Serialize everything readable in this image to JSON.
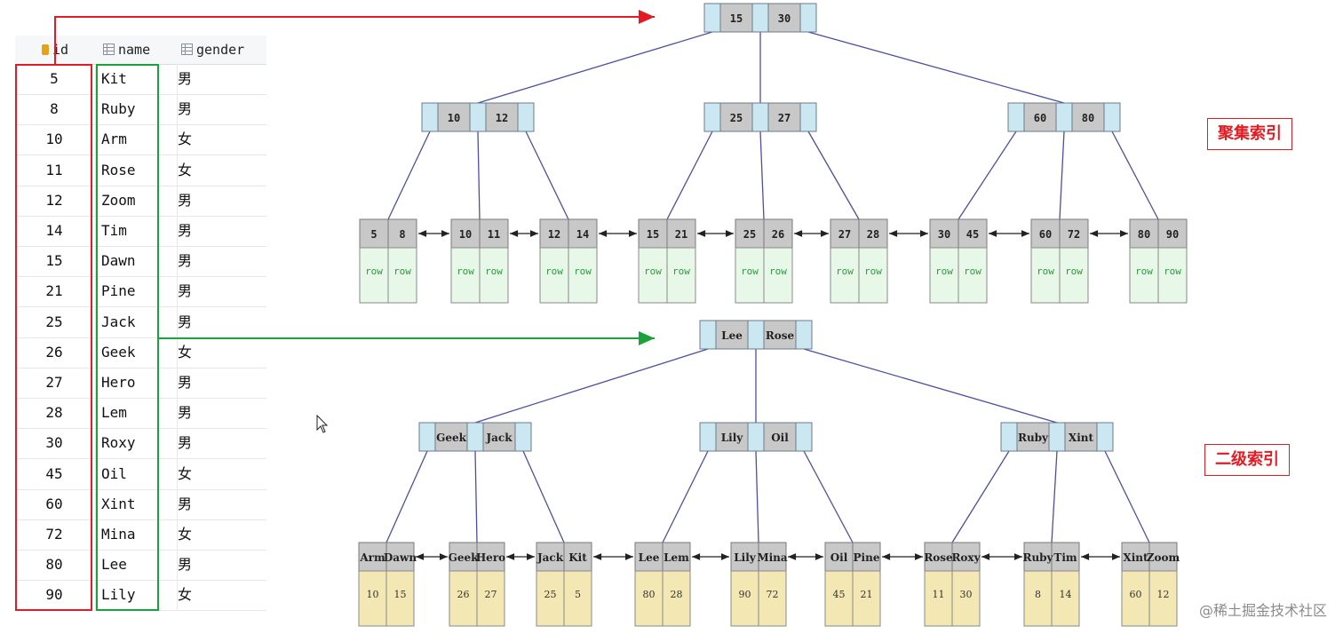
{
  "table": {
    "columns": [
      "id",
      "name",
      "gender"
    ],
    "rows": [
      {
        "id": "5",
        "name": "Kit",
        "gender": "男"
      },
      {
        "id": "8",
        "name": "Ruby",
        "gender": "男"
      },
      {
        "id": "10",
        "name": "Arm",
        "gender": "女"
      },
      {
        "id": "11",
        "name": "Rose",
        "gender": "女"
      },
      {
        "id": "12",
        "name": "Zoom",
        "gender": "男"
      },
      {
        "id": "14",
        "name": "Tim",
        "gender": "男"
      },
      {
        "id": "15",
        "name": "Dawn",
        "gender": "男"
      },
      {
        "id": "21",
        "name": "Pine",
        "gender": "男"
      },
      {
        "id": "25",
        "name": "Jack",
        "gender": "男"
      },
      {
        "id": "26",
        "name": "Geek",
        "gender": "女"
      },
      {
        "id": "27",
        "name": "Hero",
        "gender": "男"
      },
      {
        "id": "28",
        "name": "Lem",
        "gender": "男"
      },
      {
        "id": "30",
        "name": "Roxy",
        "gender": "男"
      },
      {
        "id": "45",
        "name": "Oil",
        "gender": "女"
      },
      {
        "id": "60",
        "name": "Xint",
        "gender": "男"
      },
      {
        "id": "72",
        "name": "Mina",
        "gender": "女"
      },
      {
        "id": "80",
        "name": "Lee",
        "gender": "男"
      },
      {
        "id": "90",
        "name": "Lily",
        "gender": "女"
      }
    ]
  },
  "labels": {
    "clustered": "聚集索引",
    "secondary": "二级索引"
  },
  "watermark": "@稀土掘金技术社区",
  "clustered_tree": {
    "root": [
      "15",
      "30"
    ],
    "internal": [
      [
        "10",
        "12"
      ],
      [
        "25",
        "27"
      ],
      [
        "60",
        "80"
      ]
    ],
    "leaves": [
      {
        "keys": [
          "5",
          "8"
        ],
        "data": [
          "row",
          "row"
        ]
      },
      {
        "keys": [
          "10",
          "11"
        ],
        "data": [
          "row",
          "row"
        ]
      },
      {
        "keys": [
          "12",
          "14"
        ],
        "data": [
          "row",
          "row"
        ]
      },
      {
        "keys": [
          "15",
          "21"
        ],
        "data": [
          "row",
          "row"
        ]
      },
      {
        "keys": [
          "25",
          "26"
        ],
        "data": [
          "row",
          "row"
        ]
      },
      {
        "keys": [
          "27",
          "28"
        ],
        "data": [
          "row",
          "row"
        ]
      },
      {
        "keys": [
          "30",
          "45"
        ],
        "data": [
          "row",
          "row"
        ]
      },
      {
        "keys": [
          "60",
          "72"
        ],
        "data": [
          "row",
          "row"
        ]
      },
      {
        "keys": [
          "80",
          "90"
        ],
        "data": [
          "row",
          "row"
        ]
      }
    ]
  },
  "secondary_tree": {
    "root": [
      "Lee",
      "Rose"
    ],
    "internal": [
      [
        "Geek",
        "Jack"
      ],
      [
        "Lily",
        "Oil"
      ],
      [
        "Ruby",
        "Xint"
      ]
    ],
    "leaves": [
      {
        "keys": [
          "Arm",
          "Dawn"
        ],
        "data": [
          "10",
          "15"
        ]
      },
      {
        "keys": [
          "Geek",
          "Hero"
        ],
        "data": [
          "26",
          "27"
        ]
      },
      {
        "keys": [
          "Jack",
          "Kit"
        ],
        "data": [
          "25",
          "5"
        ]
      },
      {
        "keys": [
          "Lee",
          "Lem"
        ],
        "data": [
          "80",
          "28"
        ]
      },
      {
        "keys": [
          "Lily",
          "Mina"
        ],
        "data": [
          "90",
          "72"
        ]
      },
      {
        "keys": [
          "Oil",
          "Pine"
        ],
        "data": [
          "45",
          "21"
        ]
      },
      {
        "keys": [
          "Rose",
          "Roxy"
        ],
        "data": [
          "11",
          "30"
        ]
      },
      {
        "keys": [
          "Ruby",
          "Tim"
        ],
        "data": [
          "8",
          "14"
        ]
      },
      {
        "keys": [
          "Xint",
          "Zoom"
        ],
        "data": [
          "60",
          "12"
        ]
      }
    ]
  },
  "colors": {
    "key_cell": "#c8c8c8",
    "pointer_cell": "#cbe8f2",
    "row_cell": "#e8f8e8",
    "row_text": "#2a9a3a",
    "value_cell": "#f3e7b4",
    "edge": "#4d4ea0",
    "red": "#e31b23",
    "green": "#1aa33c"
  }
}
